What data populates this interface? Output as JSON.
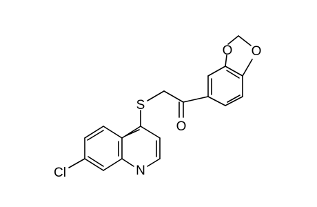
{
  "structure": {
    "atoms": {
      "o_top_left": "O",
      "o_top_right": "O",
      "o_carbonyl": "O",
      "sulfur": "S",
      "nitrogen": "N",
      "chlorine": "Cl"
    },
    "colors": {
      "bond": "#000000",
      "label": "#000000",
      "background": "#ffffff"
    }
  }
}
